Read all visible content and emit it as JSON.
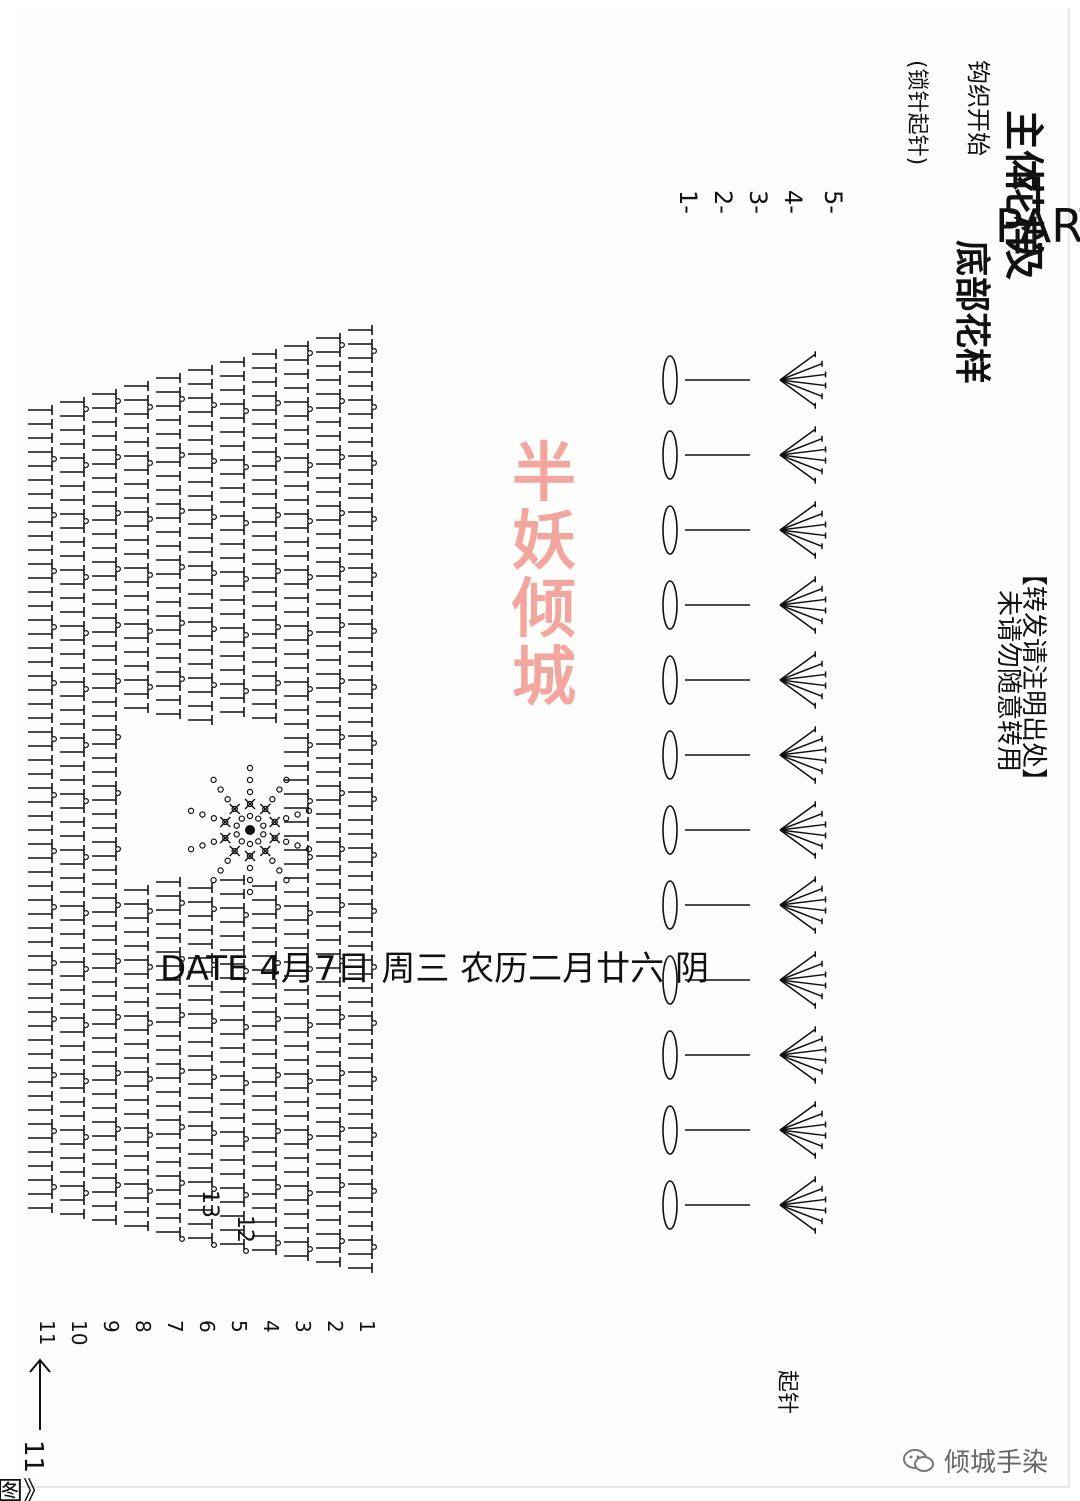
{
  "diagram": {
    "title_lines": [
      "主体",
      "花样",
      "及",
      "底部花样"
    ],
    "part_label": "PART B",
    "date_label": "DATE 4月7日 周三 农历二月廿六 阴",
    "author_label": "半妖倾城《手绘图》",
    "note_line1": "未请勿随意转用",
    "note_line2": "【转发请注明出处】",
    "right_notes": [
      "(锁针起针)",
      "钩织开始"
    ],
    "bottom_rows": [
      "1-",
      "2-",
      "3-",
      "4-",
      "5-"
    ],
    "left_rows": [
      "1",
      "2",
      "3",
      "4",
      "5",
      "6",
      "7",
      "8",
      "9",
      "10",
      "11"
    ],
    "top_rows": [
      "12",
      "13"
    ],
    "arrow_label": "11",
    "start_label": "起针"
  },
  "watermark": "半妖倾城",
  "brand": "倾城手染",
  "colors": {
    "ink": "#111111",
    "watermark": "#f08a7e",
    "brand": "#666666"
  }
}
